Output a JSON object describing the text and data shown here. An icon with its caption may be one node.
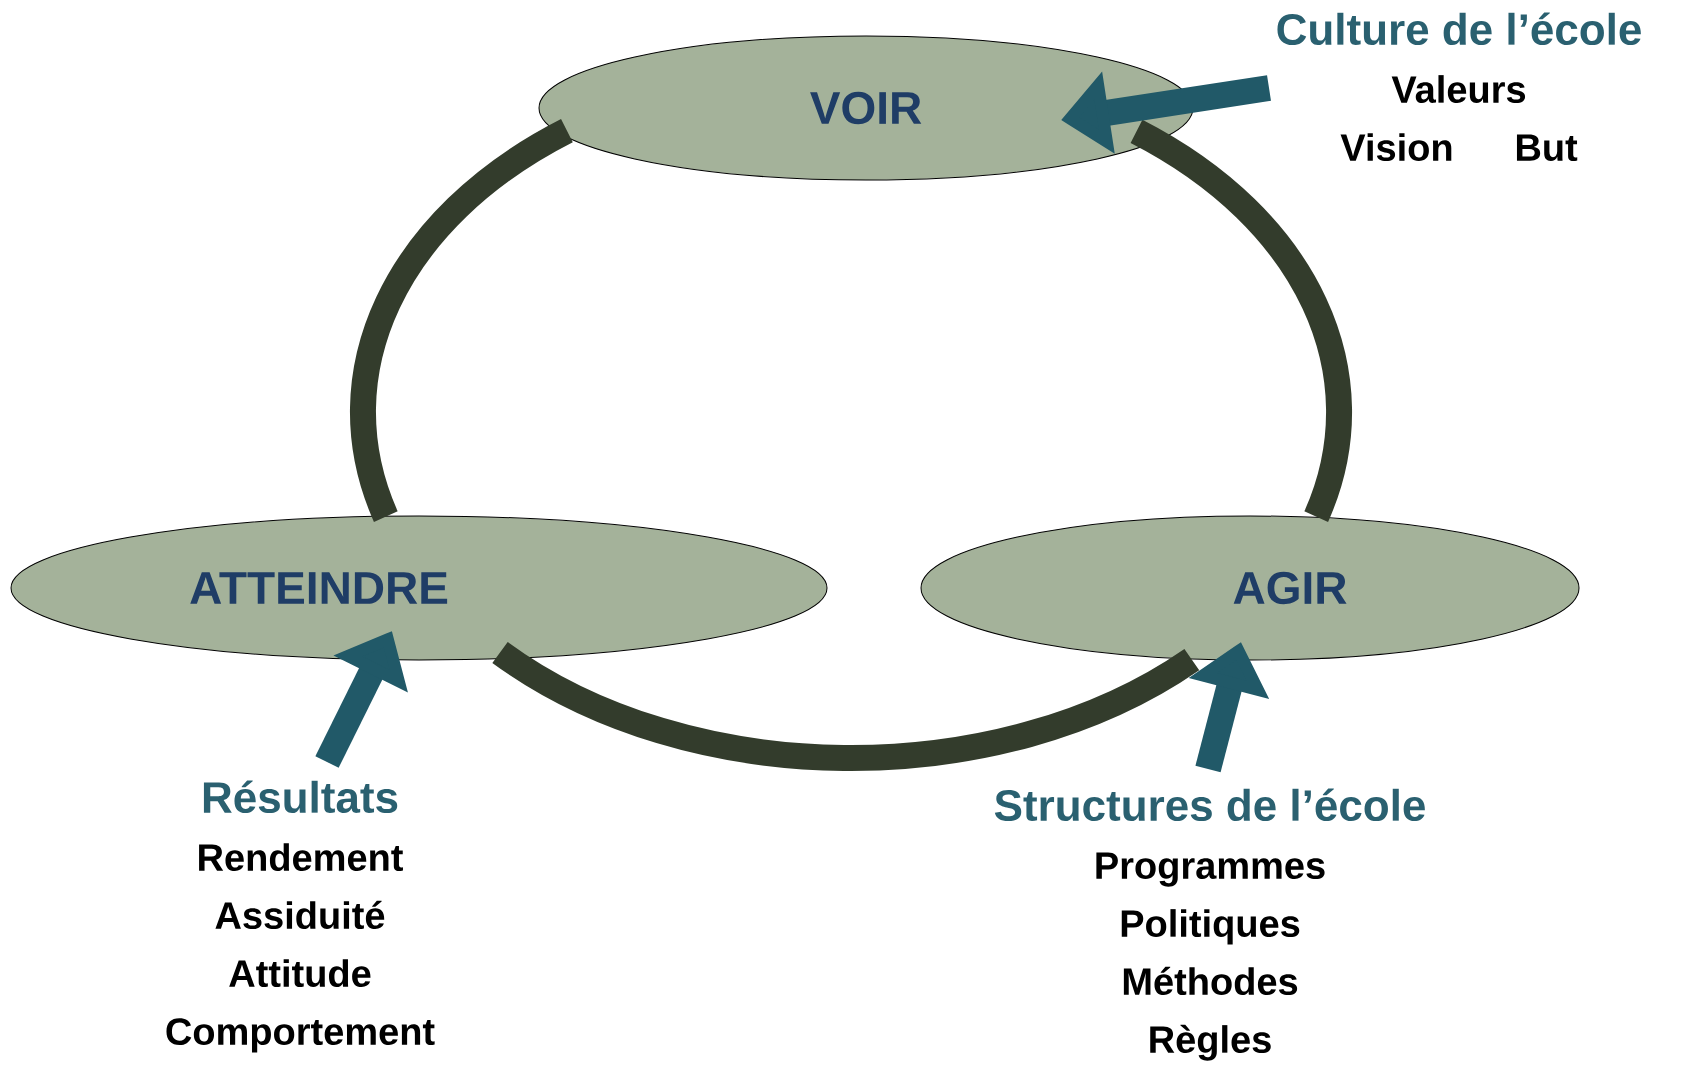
{
  "diagram": {
    "nodes": [
      {
        "text": [
          "VOIR"
        ]
      },
      {
        "text": [
          "ATTEINDRE"
        ]
      },
      {
        "text": [
          "AGIR"
        ]
      },
      {
        "text": [
          "Culture de l’école",
          "Valeurs",
          "Vision",
          "But"
        ]
      },
      {
        "text": [
          "Résultats",
          "Rendement",
          "Assiduité",
          "Attitude",
          "Comportement"
        ]
      },
      {
        "text": [
          "Structures de l’école",
          "Programmes",
          "Politiques",
          "Méthodes",
          "Règles"
        ]
      }
    ],
    "edges": [
      {
        "from": 0,
        "to": 1,
        "arrow": "none",
        "color": "#333c2c"
      },
      {
        "from": 1,
        "to": 2,
        "arrow": "none",
        "color": "#333c2c"
      },
      {
        "from": 2,
        "to": 0,
        "arrow": "none",
        "color": "#333c2c"
      },
      {
        "from": 3,
        "to": 0,
        "arrow": "to",
        "color": "#215968"
      },
      {
        "from": 4,
        "to": 1,
        "arrow": "to",
        "color": "#215968"
      },
      {
        "from": 5,
        "to": 2,
        "arrow": "to",
        "color": "#215968"
      }
    ]
  }
}
